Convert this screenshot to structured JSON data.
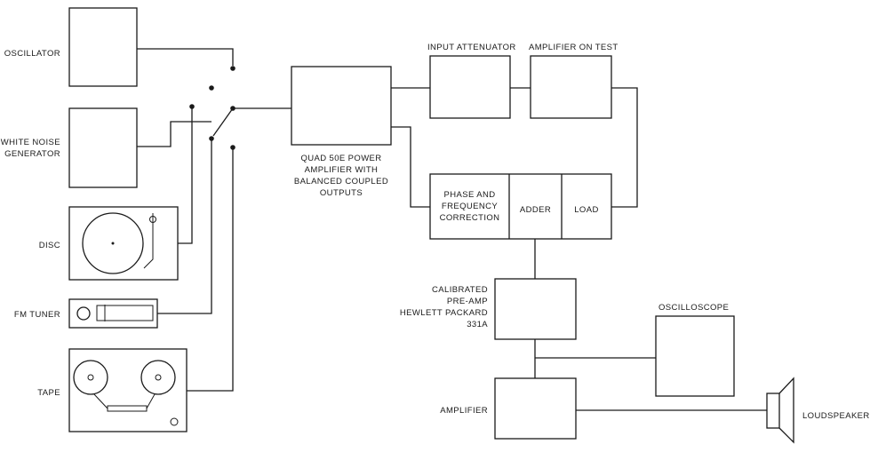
{
  "sources": {
    "oscillator": "OSCILLATOR",
    "white_noise": "WHITE NOISE\nGENERATOR",
    "disc": "DISC",
    "fm_tuner": "FM TUNER",
    "tape": "TAPE"
  },
  "blocks": {
    "quad_amp": "QUAD 50E POWER\nAMPLIFIER WITH\nBALANCED COUPLED\nOUTPUTS",
    "input_attenuator": "INPUT ATTENUATOR",
    "amplifier_on_test": "AMPLIFIER ON TEST",
    "phase_correction": "PHASE AND\nFREQUENCY\nCORRECTION",
    "adder": "ADDER",
    "load": "LOAD",
    "preamp": "CALIBRATED\nPRE-AMP\nHEWLETT PACKARD\n331A",
    "oscilloscope": "OSCILLOSCOPE",
    "amplifier": "AMPLIFIER",
    "loudspeaker": "LOUDSPEAKER"
  },
  "colors": {
    "ink": "#1a1a1a",
    "background": "#ffffff"
  }
}
